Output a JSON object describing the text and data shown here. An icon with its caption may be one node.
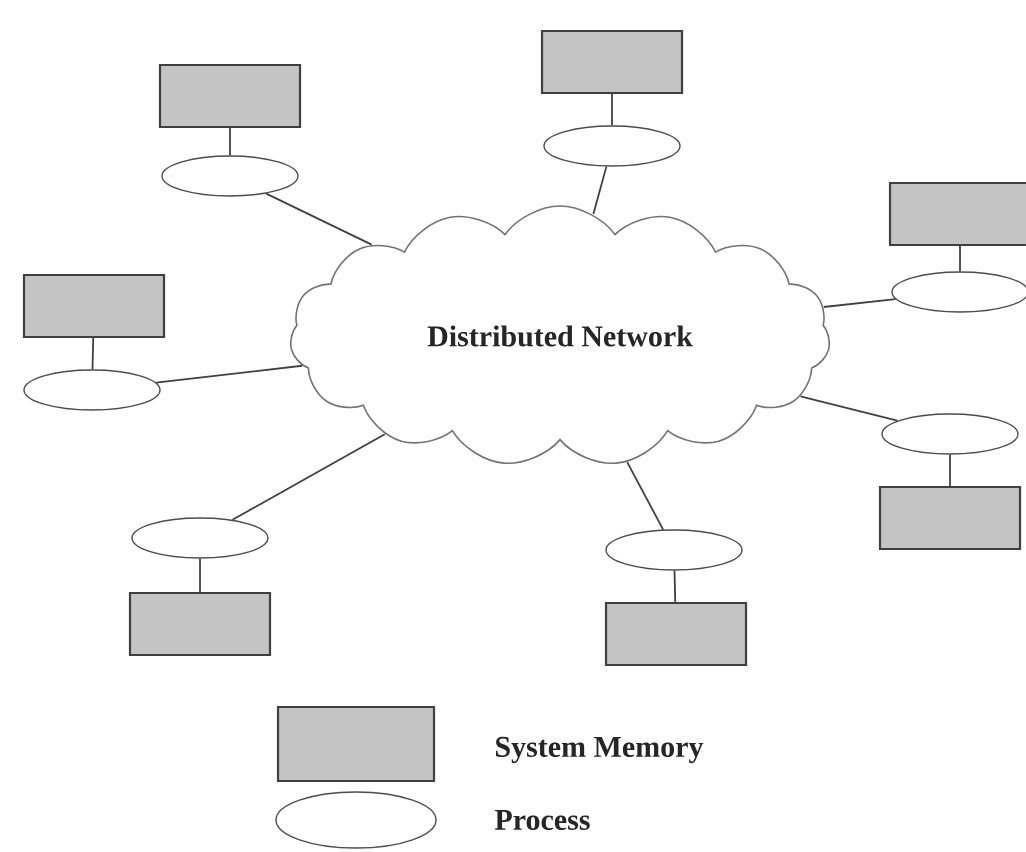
{
  "diagram": {
    "nodes": [
      {
        "text": [
          "Distributed Network"
        ]
      },
      {
        "text": [],
        "shape": "box"
      },
      {
        "text": [],
        "shape": "box"
      },
      {
        "text": [],
        "shape": "ellipse"
      },
      {
        "text": [],
        "shape": "ellipse"
      },
      {
        "text": [],
        "shape": "box"
      },
      {
        "text": [],
        "shape": "box"
      },
      {
        "text": [],
        "shape": "ellipse"
      },
      {
        "text": [],
        "shape": "ellipse"
      },
      {
        "text": [],
        "shape": "ellipse"
      },
      {
        "text": [],
        "shape": "box"
      },
      {
        "text": [],
        "shape": "ellipse"
      },
      {
        "text": [],
        "shape": "ellipse"
      },
      {
        "text": [],
        "shape": "box"
      },
      {
        "text": [],
        "shape": "box"
      }
    ],
    "edges": [
      {
        "from": 0,
        "to": 3,
        "arrow": "none"
      },
      {
        "from": 3,
        "to": 1,
        "arrow": "none"
      },
      {
        "from": 0,
        "to": 4,
        "arrow": "none"
      },
      {
        "from": 4,
        "to": 2,
        "arrow": "none"
      },
      {
        "from": 0,
        "to": 7,
        "arrow": "none"
      },
      {
        "from": 7,
        "to": 5,
        "arrow": "none"
      },
      {
        "from": 0,
        "to": 8,
        "arrow": "none"
      },
      {
        "from": 8,
        "to": 6,
        "arrow": "none"
      },
      {
        "from": 0,
        "to": 9,
        "arrow": "none"
      },
      {
        "from": 9,
        "to": 10,
        "arrow": "none"
      },
      {
        "from": 0,
        "to": 11,
        "arrow": "none"
      },
      {
        "from": 11,
        "to": 13,
        "arrow": "none"
      },
      {
        "from": 0,
        "to": 12,
        "arrow": "none"
      },
      {
        "from": 12,
        "to": 14,
        "arrow": "none"
      }
    ],
    "legend": [
      {
        "text": "System Memory"
      },
      {
        "text": "Process"
      }
    ]
  }
}
